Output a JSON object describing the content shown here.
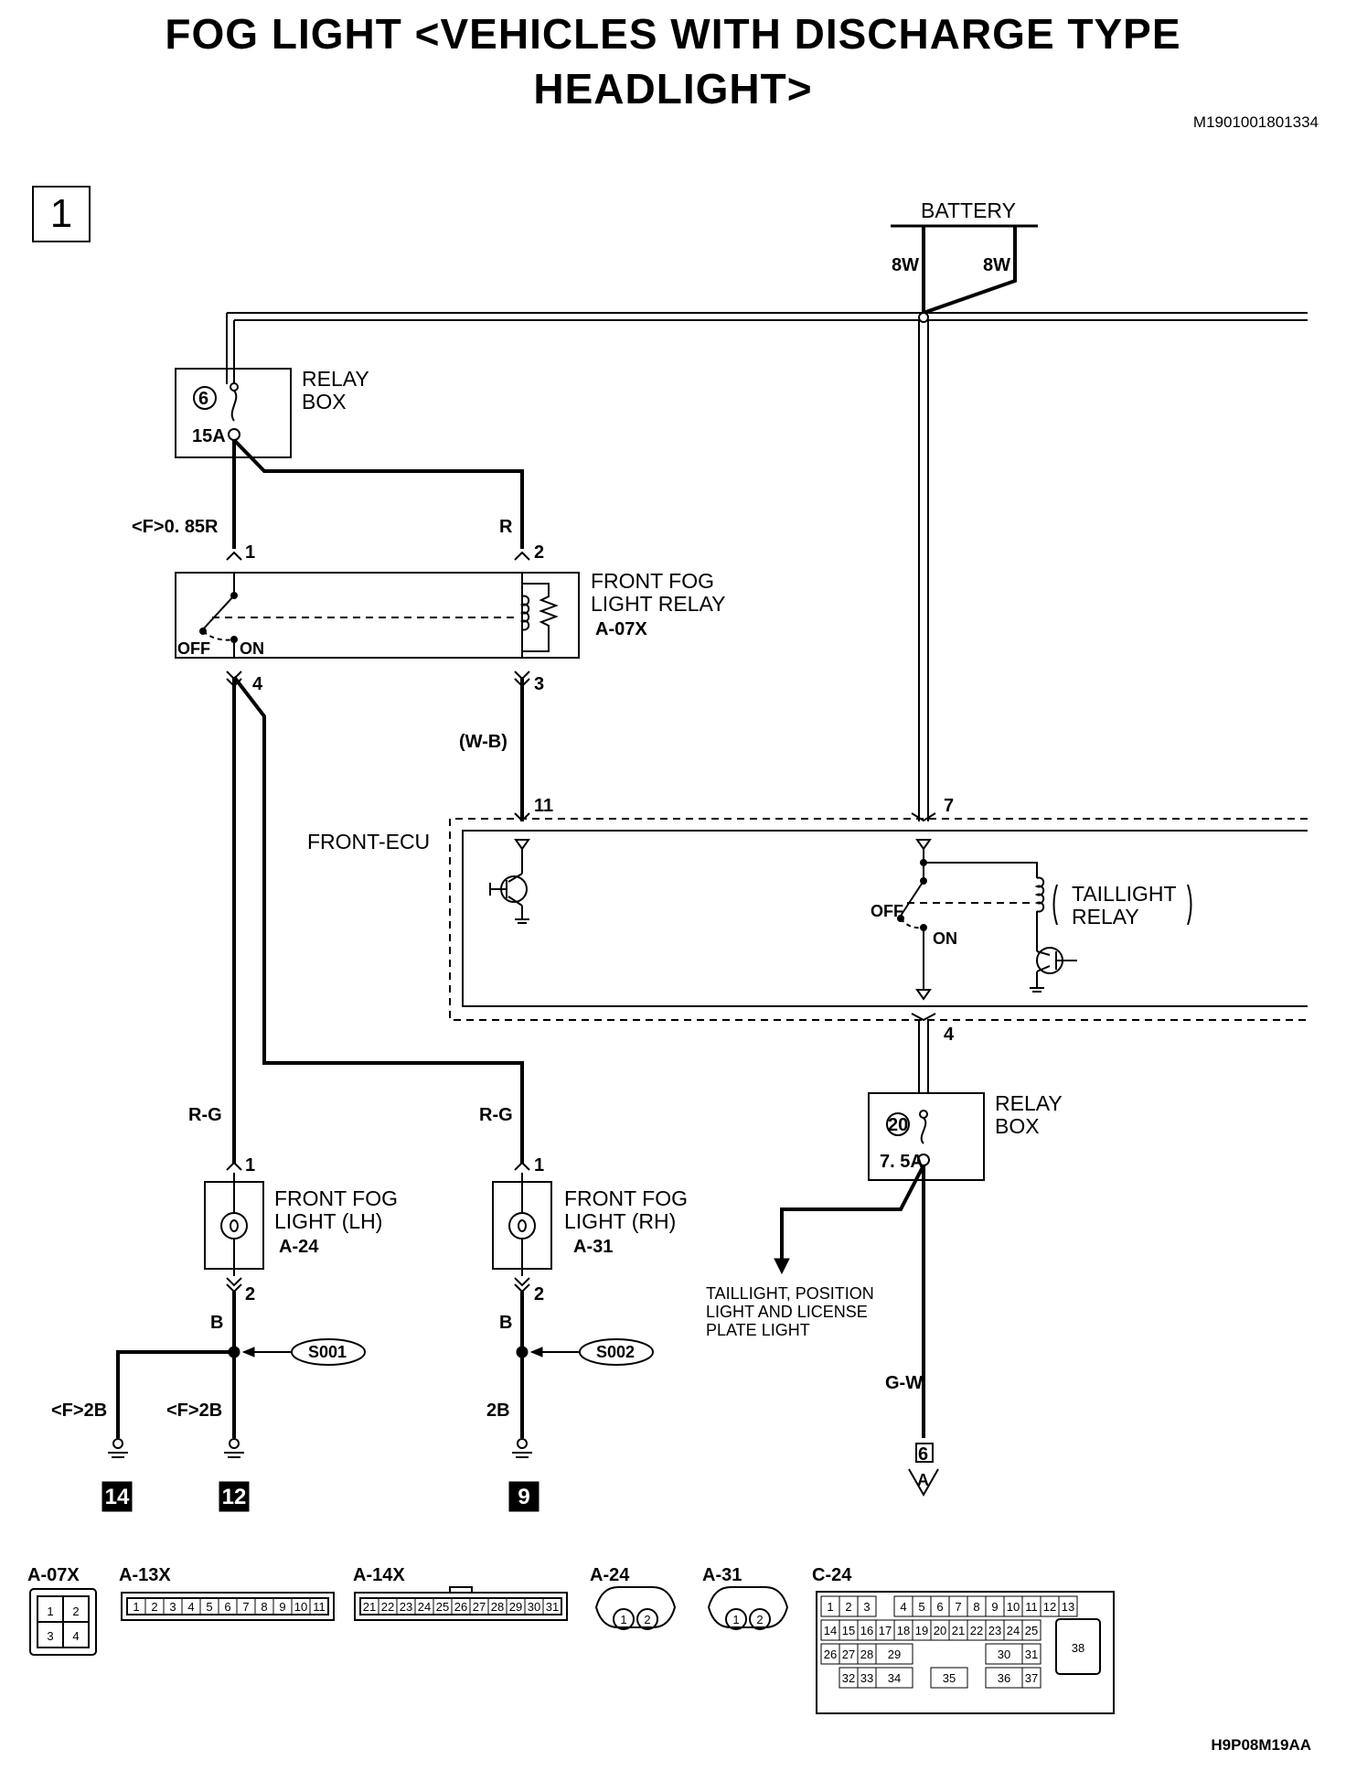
{
  "title": {
    "line1": "FOG LIGHT <VEHICLES WITH DISCHARGE TYPE",
    "line2": "HEADLIGHT>"
  },
  "doc_id": "M1901001801334",
  "figure_id": "H9P08M19AA",
  "page_box": "1",
  "battery": {
    "label": "BATTERY",
    "wire_left": "8W",
    "wire_right": "8W"
  },
  "relay_box_top": {
    "label_1": "RELAY",
    "label_2": "BOX",
    "fuse_no": "6",
    "fuse_rating": "15A"
  },
  "relay_box_bottom": {
    "label_1": "RELAY",
    "label_2": "BOX",
    "fuse_no": "20",
    "fuse_rating": "7. 5A"
  },
  "fog_relay": {
    "label_1": "FRONT FOG",
    "label_2": "LIGHT RELAY",
    "connector": "A-07X",
    "off": "OFF",
    "on": "ON",
    "pin1": "1",
    "pin2": "2",
    "pin3": "3",
    "pin4": "4",
    "wire_pin1": "<F>0. 85R",
    "wire_pin2": "R",
    "wire_pin3": "(W-B)"
  },
  "ecu": {
    "label": "FRONT-ECU",
    "pin_in": "11",
    "pin_batt": "7",
    "pin_out": "4",
    "taillight_relay_1": "TAILLIGHT",
    "taillight_relay_2": "RELAY",
    "off": "OFF",
    "on": "ON"
  },
  "fog_lh": {
    "label_1": "FRONT FOG",
    "label_2": "LIGHT (LH)",
    "connector": "A-24",
    "pin1": "1",
    "pin2": "2",
    "wire_in": "R-G",
    "wire_out": "B",
    "splice": "S001",
    "ground_branch_wire": "<F>2B",
    "ground_wire": "<F>2B",
    "ground_branch_no": "14",
    "ground_no": "12"
  },
  "fog_rh": {
    "label_1": "FRONT FOG",
    "label_2": "LIGHT (RH)",
    "connector": "A-31",
    "pin1": "1",
    "pin2": "2",
    "wire_in": "R-G",
    "wire_out": "B",
    "splice": "S002",
    "ground_wire": "2B",
    "ground_no": "9"
  },
  "taillight_branch": {
    "line1": "TAILLIGHT, POSITION",
    "line2": "LIGHT AND LICENSE",
    "line3": "PLATE LIGHT"
  },
  "output": {
    "wire": "G-W",
    "page": "6",
    "connector_letter": "A"
  },
  "connectors": {
    "a07x": {
      "label": "A-07X",
      "pins": [
        "1",
        "2",
        "3",
        "4"
      ]
    },
    "a13x": {
      "label": "A-13X",
      "pins": [
        "1",
        "2",
        "3",
        "4",
        "5",
        "6",
        "7",
        "8",
        "9",
        "10",
        "11"
      ]
    },
    "a14x": {
      "label": "A-14X",
      "pins": [
        "21",
        "22",
        "23",
        "24",
        "25",
        "26",
        "27",
        "28",
        "29",
        "30",
        "31"
      ]
    },
    "a24": {
      "label": "A-24",
      "pins": [
        "1",
        "2"
      ]
    },
    "a31": {
      "label": "A-31",
      "pins": [
        "1",
        "2"
      ]
    },
    "c24": {
      "label": "C-24",
      "row1": [
        "1",
        "2",
        "3",
        "4",
        "5",
        "6",
        "7",
        "8",
        "9",
        "10",
        "11",
        "12",
        "13"
      ],
      "row2": [
        "14",
        "15",
        "16",
        "17",
        "18",
        "19",
        "20",
        "21",
        "22",
        "23",
        "24",
        "25"
      ],
      "row3": [
        "26",
        "27",
        "28",
        "29",
        "30",
        "31",
        "38"
      ],
      "row4": [
        "32",
        "33",
        "34",
        "35",
        "36",
        "37"
      ]
    }
  }
}
